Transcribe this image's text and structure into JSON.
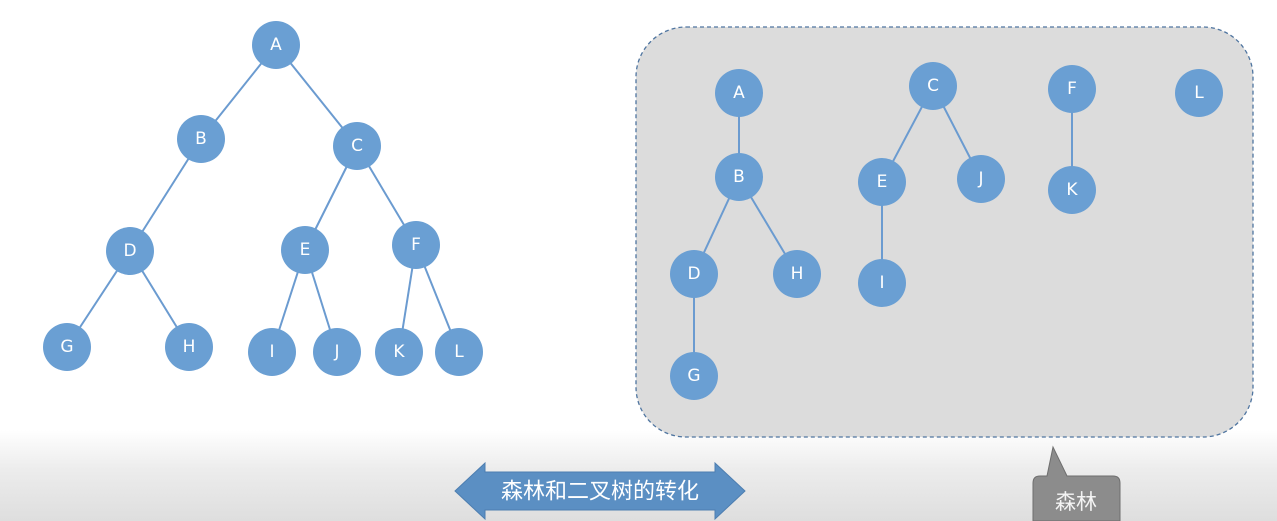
{
  "colors": {
    "node": "#6a9fd3",
    "edge": "#6b9bd0",
    "forest_bg": "#dcdcdc",
    "forest_border": "#4f75a0",
    "arrow": "#5b8fc3",
    "callout": "#8c8c8c"
  },
  "binary_tree": {
    "nodes": [
      "A",
      "B",
      "C",
      "D",
      "E",
      "F",
      "G",
      "H",
      "I",
      "J",
      "K",
      "L"
    ],
    "edges": [
      [
        "A",
        "B"
      ],
      [
        "A",
        "C"
      ],
      [
        "B",
        "D"
      ],
      [
        "C",
        "E"
      ],
      [
        "C",
        "F"
      ],
      [
        "D",
        "G"
      ],
      [
        "D",
        "H"
      ],
      [
        "E",
        "I"
      ],
      [
        "E",
        "J"
      ],
      [
        "F",
        "K"
      ],
      [
        "F",
        "L"
      ]
    ]
  },
  "forest": {
    "nodes": [
      "A",
      "B",
      "D",
      "H",
      "G",
      "C",
      "E",
      "J",
      "I",
      "F",
      "K",
      "L"
    ],
    "edges": [
      [
        "A",
        "B"
      ],
      [
        "B",
        "D"
      ],
      [
        "B",
        "H"
      ],
      [
        "D",
        "G"
      ],
      [
        "C",
        "E"
      ],
      [
        "C",
        "J"
      ],
      [
        "E",
        "I"
      ],
      [
        "F",
        "K"
      ]
    ]
  },
  "arrow_label": "森林和二叉树的转化",
  "callout_label": "森林"
}
